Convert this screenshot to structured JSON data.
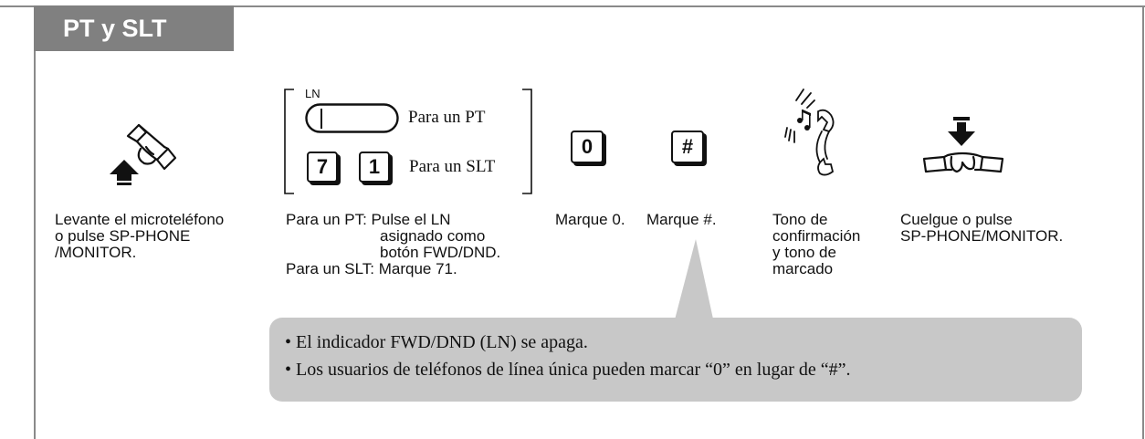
{
  "header": {
    "title": "PT y SLT"
  },
  "steps": {
    "step1": {
      "caption_lines": [
        "Levante el microteléfono",
        "o pulse SP-PHONE",
        "/MONITOR."
      ],
      "icon": "handset-lift-icon"
    },
    "step2": {
      "ln_label": "LN",
      "pt_label": "Para un PT",
      "slt_label": "Para un SLT",
      "keys": [
        "7",
        "1"
      ],
      "caption_lines": [
        "Para un PT: Pulse el LN",
        "asignado como",
        "botón FWD/DND.",
        "Para un SLT: Marque 71."
      ]
    },
    "step3": {
      "key": "0",
      "caption": "Marque 0."
    },
    "step4": {
      "key": "#",
      "caption": "Marque #."
    },
    "step5": {
      "caption_lines": [
        "Tono de",
        "confirmación",
        "y tono de",
        "marcado"
      ],
      "icon": "ringing-handset-icon"
    },
    "step6": {
      "caption_lines": [
        "Cuelgue o pulse",
        "SP-PHONE/MONITOR."
      ],
      "icon": "handset-hang-up-icon"
    }
  },
  "notes": [
    "El indicador FWD/DND (LN) se apaga.",
    "Los usuarios de teléfonos de línea única pueden marcar “0” en lugar de “#”."
  ]
}
